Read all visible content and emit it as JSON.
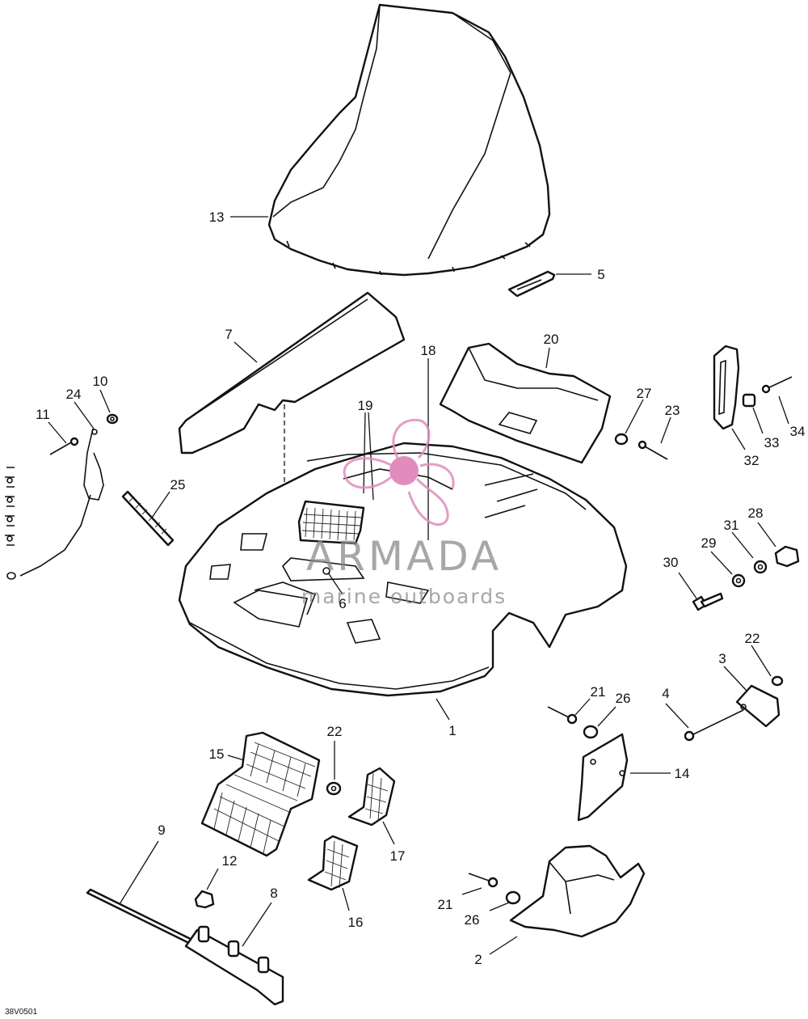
{
  "diagram": {
    "callouts": [
      "13",
      "5",
      "7",
      "18",
      "20",
      "19",
      "10",
      "24",
      "11",
      "25",
      "27",
      "23",
      "33",
      "34",
      "32",
      "28",
      "29",
      "31",
      "30",
      "6",
      "22",
      "3",
      "4",
      "21",
      "26",
      "14",
      "1",
      "15",
      "17",
      "9",
      "12",
      "8",
      "16",
      "2"
    ],
    "second_callouts": {
      "22": "22",
      "21": "21",
      "26": "26"
    },
    "drawing_code": "38V0501"
  },
  "watermark": {
    "brand": "ARMADA",
    "tagline": "marine outboards",
    "color": "#e08cbc"
  }
}
